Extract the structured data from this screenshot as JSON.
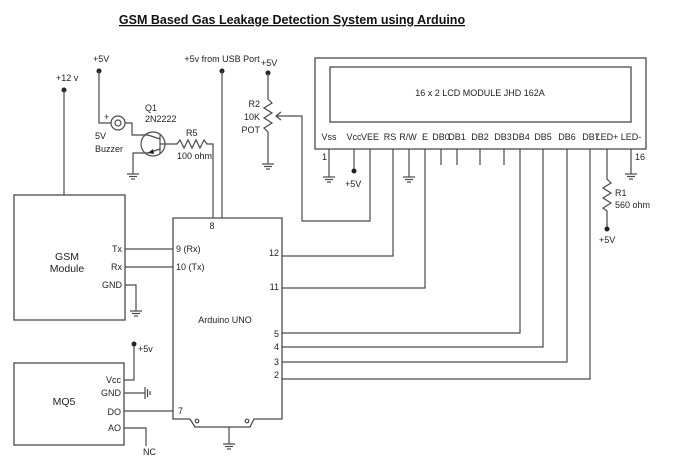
{
  "title": "GSM Based Gas Leakage Detection System using Arduino",
  "supplies": {
    "gsm_supply": "+12 v",
    "buzzer_supply": "+5V",
    "usb_supply": "+5v from USB Port",
    "pot_supply": "+5V",
    "lcd_vcc_supply": "+5V",
    "led_supply": "+5V",
    "mq5_supply": "+5v"
  },
  "buzzer": {
    "plus": "+",
    "label1": "5V",
    "label2": "Buzzer"
  },
  "transistor": {
    "ref": "Q1",
    "part": "2N2222"
  },
  "r5": {
    "ref": "R5",
    "value": "100 ohm"
  },
  "pot": {
    "ref": "R2",
    "value": "10K",
    "type": "POT"
  },
  "r1": {
    "ref": "R1",
    "value": "560 ohm"
  },
  "lcd": {
    "label": "16 x 2 LCD MODULE  JHD  162A",
    "pins": [
      "Vss",
      "Vcc",
      "VEE",
      "RS",
      "R/W",
      "E",
      "DB0",
      "DB1",
      "DB2",
      "DB3",
      "DB4",
      "DB5",
      "DB6",
      "DB7",
      "LED+",
      "LED-"
    ],
    "first_pin": "1",
    "last_pin": "16"
  },
  "gsm": {
    "label1": "GSM",
    "label2": "Module",
    "pins": [
      "Tx",
      "Rx",
      "GND"
    ]
  },
  "arduino": {
    "label": "Arduino UNO",
    "top_pin": "8",
    "left_pins": [
      "9 (Rx)",
      "10 (Tx)",
      "7"
    ],
    "right_pins": [
      "12",
      "11",
      "5",
      "4",
      "3",
      "2"
    ]
  },
  "mq5": {
    "label": "MQ5",
    "pins": [
      "Vcc",
      "GND",
      "DO",
      "AO"
    ],
    "nc": "NC"
  },
  "colors": {
    "wire": "#4a4a4a",
    "text": "#222222"
  }
}
